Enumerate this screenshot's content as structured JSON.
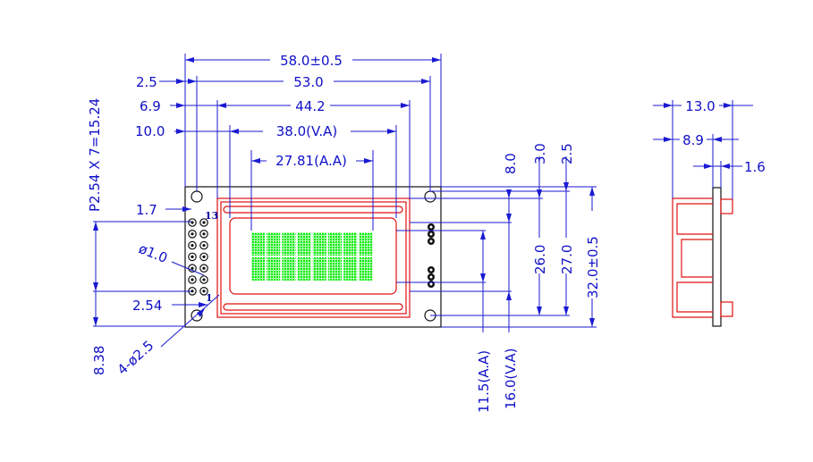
{
  "dimensions": {
    "overall_width": "58.0±0.5",
    "hole_spacing": "53.0",
    "bezel_width": "44.2",
    "va_width": "38.0(V.A)",
    "aa_width": "27.81(A.A)",
    "left_offset_2_5": "2.5",
    "left_offset_6_9": "6.9",
    "left_offset_10_0": "10.0",
    "pin_offset": "1.7",
    "pin_pitch_total": "P2.54 X 7=15.24",
    "hole_diameter": "ø1.0",
    "pin_row_spacing": "2.54",
    "bottom_offset": "8.38",
    "mount_holes": "4-ø2.5",
    "aa_height": "11.5(A.A)",
    "va_height": "16.0(V.A)",
    "top_8_0": "8.0",
    "top_3_0": "3.0",
    "top_2_5": "2.5",
    "height_26_0": "26.0",
    "height_27_0": "27.0",
    "overall_height": "32.0±0.5",
    "side_thickness": "13.0",
    "side_8_9": "8.9",
    "side_1_6": "1.6"
  },
  "pin_labels": {
    "pin_13": "13",
    "pin_1": "1"
  },
  "display": {
    "columns": 8,
    "rows": 2,
    "pixel_color": "#00ee00"
  },
  "colors": {
    "dimension": "#1a1ad2",
    "outline": "#111111",
    "bezel": "#e01010"
  }
}
